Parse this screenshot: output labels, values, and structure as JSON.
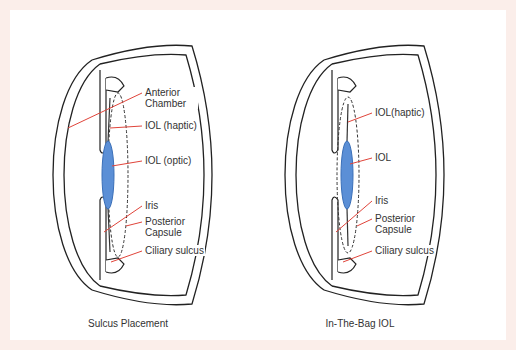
{
  "diagram": {
    "labels": [
      "Anterior Chamber",
      "IOL (haptic)",
      "IOL (optic)",
      "Iris",
      "Posterior Capsule",
      "Ciliary sulcus",
      "IOL(haptic)",
      "IOL",
      "Iris",
      "Posterior Capsule",
      "Ciliary sulcus",
      "Sulcus Placement",
      "In-The-Bag IOL"
    ]
  }
}
